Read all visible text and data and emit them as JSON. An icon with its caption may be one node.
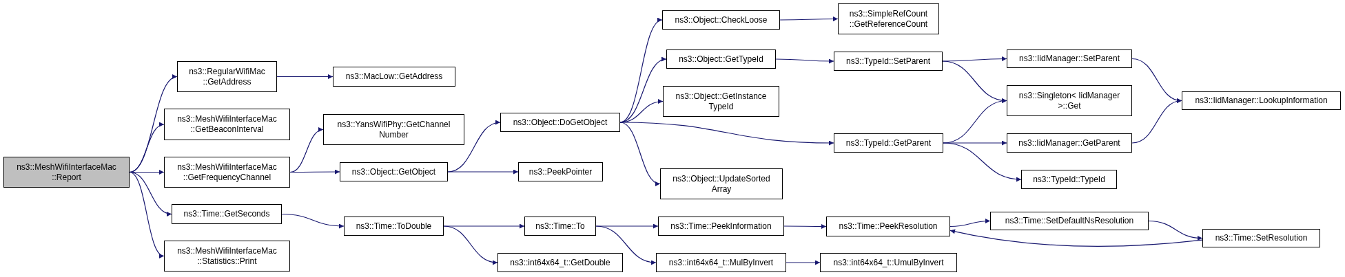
{
  "diagram": {
    "nodes": [
      {
        "text": [
          "ns3::MeshWifiInterfaceMac ::Report"
        ]
      },
      {
        "text": [
          "ns3::RegularWifiMac ::GetAddress"
        ]
      },
      {
        "text": [
          "ns3::MeshWifiInterfaceMac ::GetBeaconInterval"
        ]
      },
      {
        "text": [
          "ns3::MeshWifiInterfaceMac ::GetFrequencyChannel"
        ]
      },
      {
        "text": [
          "ns3::Time::GetSeconds"
        ]
      },
      {
        "text": [
          "ns3::MeshWifiInterfaceMac ::Statistics::Print"
        ]
      },
      {
        "text": [
          "ns3::MacLow::GetAddress"
        ]
      },
      {
        "text": [
          "ns3::YansWifiPhy::GetChannel Number"
        ]
      },
      {
        "text": [
          "ns3::Object::GetObject"
        ]
      },
      {
        "text": [
          "ns3::Time::ToDouble"
        ]
      },
      {
        "text": [
          "ns3::Object::DoGetObject"
        ]
      },
      {
        "text": [
          "ns3::PeekPointer"
        ]
      },
      {
        "text": [
          "ns3::Time::To"
        ]
      },
      {
        "text": [
          "ns3::int64x64_t::GetDouble"
        ]
      },
      {
        "text": [
          "ns3::Object::CheckLoose"
        ]
      },
      {
        "text": [
          "ns3::Object::GetTypeId"
        ]
      },
      {
        "text": [
          "ns3::Object::GetInstance TypeId"
        ]
      },
      {
        "text": [
          "ns3::Object::UpdateSorted Array"
        ]
      },
      {
        "text": [
          "ns3::Time::PeekInformation"
        ]
      },
      {
        "text": [
          "ns3::int64x64_t::MulByInvert"
        ]
      },
      {
        "text": [
          "ns3::SimpleRefCount ::GetReferenceCount"
        ]
      },
      {
        "text": [
          "ns3::TypeId::SetParent"
        ]
      },
      {
        "text": [
          "ns3::TypeId::GetParent"
        ]
      },
      {
        "text": [
          "ns3::Time::PeekResolution"
        ]
      },
      {
        "text": [
          "ns3::int64x64_t::UmulByInvert"
        ]
      },
      {
        "text": [
          "ns3::IidManager::SetParent"
        ]
      },
      {
        "text": [
          "ns3::Singleton< IidManager >::Get"
        ]
      },
      {
        "text": [
          "ns3::IidManager::GetParent"
        ]
      },
      {
        "text": [
          "ns3::TypeId::TypeId"
        ]
      },
      {
        "text": [
          "ns3::IidManager::LookupInformation"
        ]
      },
      {
        "text": [
          "ns3::Time::SetDefaultNsResolution"
        ]
      },
      {
        "text": [
          "ns3::Time::SetResolution"
        ]
      }
    ],
    "edges": [
      {
        "from": 0,
        "to": 1,
        "arrow": "to"
      },
      {
        "from": 0,
        "to": 2,
        "arrow": "to"
      },
      {
        "from": 0,
        "to": 3,
        "arrow": "to"
      },
      {
        "from": 0,
        "to": 4,
        "arrow": "to"
      },
      {
        "from": 0,
        "to": 5,
        "arrow": "to"
      },
      {
        "from": 1,
        "to": 6,
        "arrow": "to"
      },
      {
        "from": 3,
        "to": 7,
        "arrow": "to"
      },
      {
        "from": 3,
        "to": 8,
        "arrow": "to"
      },
      {
        "from": 4,
        "to": 9,
        "arrow": "to"
      },
      {
        "from": 8,
        "to": 10,
        "arrow": "to"
      },
      {
        "from": 8,
        "to": 11,
        "arrow": "to"
      },
      {
        "from": 9,
        "to": 12,
        "arrow": "to"
      },
      {
        "from": 9,
        "to": 13,
        "arrow": "to"
      },
      {
        "from": 10,
        "to": 14,
        "arrow": "to"
      },
      {
        "from": 10,
        "to": 15,
        "arrow": "to"
      },
      {
        "from": 10,
        "to": 16,
        "arrow": "to"
      },
      {
        "from": 10,
        "to": 22,
        "arrow": "to"
      },
      {
        "from": 10,
        "to": 17,
        "arrow": "to"
      },
      {
        "from": 12,
        "to": 18,
        "arrow": "to"
      },
      {
        "from": 12,
        "to": 19,
        "arrow": "to"
      },
      {
        "from": 14,
        "to": 20,
        "arrow": "to"
      },
      {
        "from": 15,
        "to": 21,
        "arrow": "to"
      },
      {
        "from": 18,
        "to": 23,
        "arrow": "to"
      },
      {
        "from": 19,
        "to": 24,
        "arrow": "to"
      },
      {
        "from": 21,
        "to": 25,
        "arrow": "to"
      },
      {
        "from": 21,
        "to": 26,
        "arrow": "to"
      },
      {
        "from": 22,
        "to": 26,
        "arrow": "to"
      },
      {
        "from": 22,
        "to": 27,
        "arrow": "to"
      },
      {
        "from": 22,
        "to": 28,
        "arrow": "to"
      },
      {
        "from": 25,
        "to": 29,
        "arrow": "to"
      },
      {
        "from": 27,
        "to": 29,
        "arrow": "to"
      },
      {
        "from": 23,
        "to": 30,
        "arrow": "to"
      },
      {
        "from": 30,
        "to": 31,
        "arrow": "to"
      },
      {
        "from": 31,
        "to": 23,
        "arrow": "to"
      }
    ]
  }
}
